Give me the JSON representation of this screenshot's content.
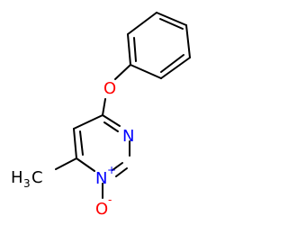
{
  "molecule": {
    "atoms": {
      "O_ether": {
        "symbol": "O",
        "color": "#ff0000"
      },
      "N_ring": {
        "symbol": "N",
        "color": "#0000ff"
      },
      "N_oxide": {
        "symbol": "N",
        "color": "#0000ff",
        "charge": "+"
      },
      "O_oxide": {
        "symbol": "O",
        "color": "#ff0000",
        "charge": "-"
      },
      "methyl": {
        "symbol": "H",
        "subscript": "3",
        "tail": "C",
        "color": "#000000"
      }
    }
  },
  "colors": {
    "bond": "#000000",
    "background": "#ffffff"
  }
}
